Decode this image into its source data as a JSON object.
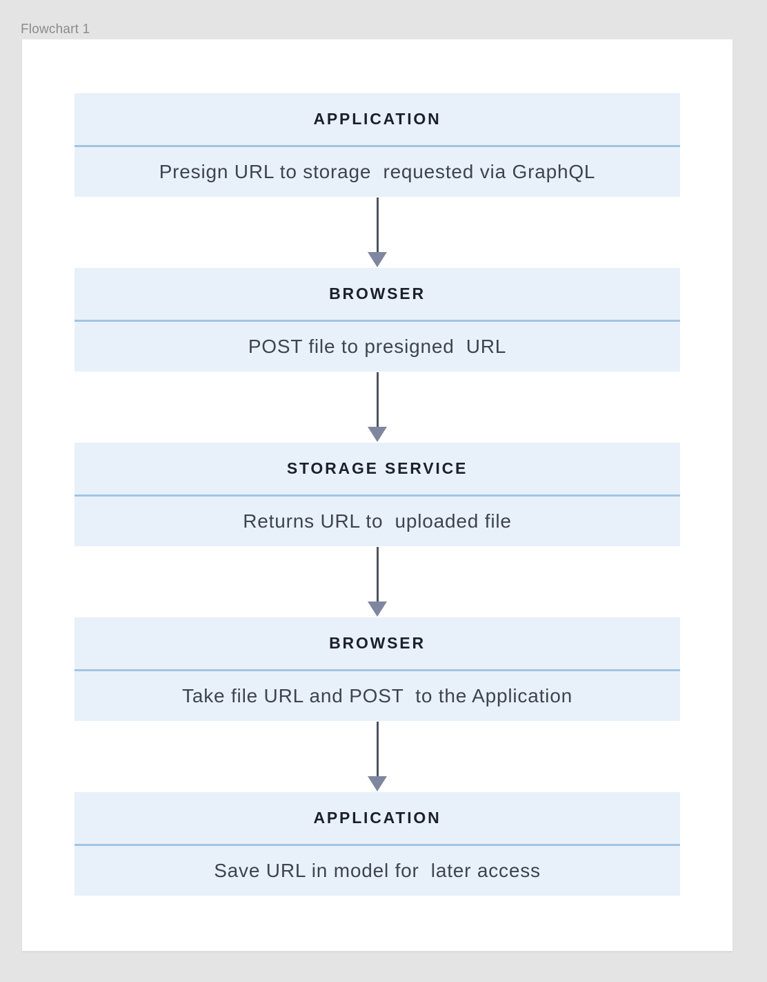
{
  "page": {
    "label": "Flowchart 1"
  },
  "colors": {
    "canvas_background": "#e4e4e4",
    "card_background": "#ffffff",
    "box_background": "#e8f1fa",
    "box_divider": "#a3c4e0",
    "header_text": "#1b202c",
    "body_text": "#3d4350",
    "arrow_line": "#4c5263",
    "arrow_head": "#7f869f",
    "label_text": "#8b8b8b"
  },
  "flowchart": {
    "steps": [
      {
        "header": "APPLICATION",
        "body": "Presign URL to storage  requested via GraphQL"
      },
      {
        "header": "BROWSER",
        "body": "POST file to presigned  URL"
      },
      {
        "header": "STORAGE SERVICE",
        "body": "Returns URL to  uploaded file"
      },
      {
        "header": "BROWSER",
        "body": "Take file URL and POST  to the Application"
      },
      {
        "header": "APPLICATION",
        "body": "Save URL in model for  later access"
      }
    ]
  }
}
